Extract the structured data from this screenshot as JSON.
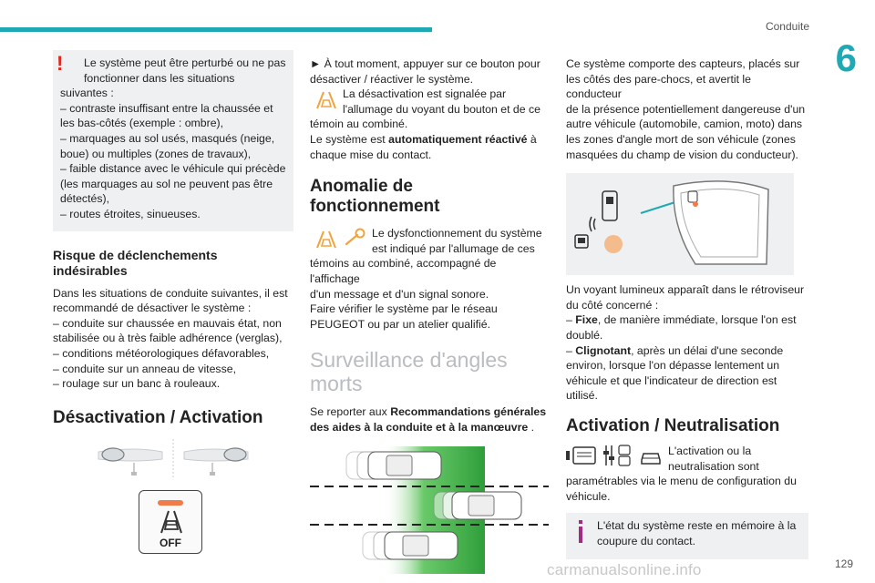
{
  "header": {
    "title": "Conduite",
    "chapter": "6",
    "page_number": "129"
  },
  "watermark": "carmanualsonline.info",
  "col1": {
    "warning_lines": [
      "Le système peut être perturbé ou ne pas",
      "fonctionner dans les situations",
      "suivantes :",
      "– contraste insuffisant entre la chaussée et",
      "les bas-côtés (exemple : ombre),",
      "– marquages au sol usés, masqués (neige,",
      "boue) ou multiples (zones de travaux),",
      "– faible distance avec le véhicule qui précède",
      "(les marquages au sol ne peuvent pas être",
      "détectés),",
      "– routes étroites, sinueuses."
    ],
    "risk_title_1": "Risque de déclenchements",
    "risk_title_2": "indésirables",
    "risk_lines": [
      "Dans les situations de conduite suivantes, il est",
      "recommandé de désactiver le système :",
      "– conduite sur chaussée en mauvais état, non",
      "stabilisée ou à très faible adhérence (verglas),",
      "– conditions météorologiques défavorables,",
      "– conduite sur un anneau de vitesse,",
      "– roulage sur un banc à rouleaux."
    ],
    "deact_title": "Désactivation / Activation",
    "off_label": "OFF"
  },
  "col2": {
    "press_1": "► À tout moment, appuyer sur ce bouton pour",
    "press_2": "désactiver / réactiver le système.",
    "signal_1": "La désactivation est signalée par",
    "signal_2": "l'allumage du voyant du bouton et de ce",
    "signal_3": "témoin au combiné.",
    "auto_pre": "Le système est ",
    "auto_bold": "automatiquement réactivé",
    "auto_post": " à",
    "auto_2": "chaque mise du contact.",
    "anomaly_title_1": "Anomalie de",
    "anomaly_title_2": "fonctionnement",
    "anomaly_1": "Le dysfonctionnement du système",
    "anomaly_2": "est indiqué par l'allumage de ces",
    "anomaly_3": "témoins au combiné, accompagné de l'affichage",
    "anomaly_4": "d'un message et d'un signal sonore.",
    "anomaly_5": "Faire vérifier le système par le réseau",
    "anomaly_6": "PEUGEOT ou par un atelier qualifié.",
    "blind_title_1": "Surveillance d'angles",
    "blind_title_2": "morts",
    "refer_1": "Se reporter aux ",
    "refer_bold_1": "Recommandations générales",
    "refer_bold_2": "des aides à la conduite et à la manœuvre",
    "refer_end": " ."
  },
  "col3": {
    "intro_lines": [
      "Ce système comporte des capteurs, placés sur",
      "les côtés des pare-chocs, et avertit le conducteur",
      "de la présence potentiellement dangereuse d'un",
      "autre véhicule (automobile, camion, moto) dans",
      "les zones d'angle mort de son véhicule (zones",
      "masquées du champ de vision du conducteur)."
    ],
    "light_1": "Un voyant lumineux apparaît dans le rétroviseur",
    "light_2": "du côté concerné :",
    "fixe_dash": "– ",
    "fixe_bold": "Fixe",
    "fixe_rest": ", de manière immédiate, lorsque l'on est",
    "fixe_2": "doublé.",
    "clig_dash": "– ",
    "clig_bold": "Clignotant",
    "clig_rest": ", après un délai d'une seconde",
    "clig_2": "environ, lorsque l'on dépasse lentement un",
    "clig_3": "véhicule et que l'indicateur de direction est",
    "clig_4": "utilisé.",
    "act_title": "Activation / Neutralisation",
    "act_1": "L'activation ou la",
    "act_2": "neutralisation sont",
    "act_3": "paramétrables via le menu de configuration du",
    "act_4": "véhicule.",
    "memo_1": "L'état du système reste en mémoire à la",
    "memo_2": "coupure du contact."
  }
}
